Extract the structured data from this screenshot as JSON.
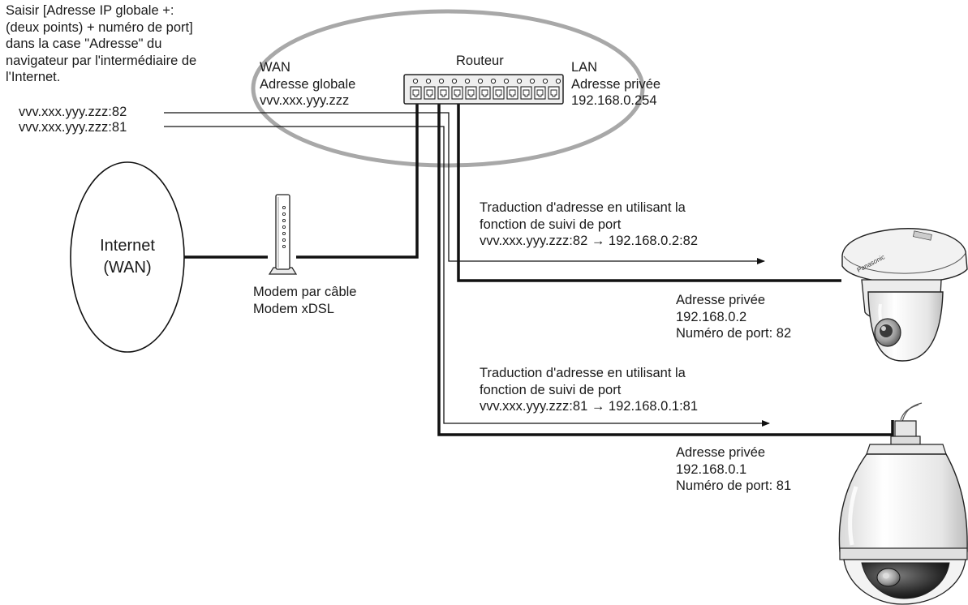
{
  "instruction": {
    "lines": [
      "Saisir [Adresse IP globale +:",
      "(deux points) + numéro de port]",
      "dans la case \"Adresse\" du",
      "navigateur par l'intermédiaire de",
      "l'Internet."
    ]
  },
  "access_urls": {
    "port82": "vvv.xxx.yyy.zzz:82",
    "port81": "vvv.xxx.yyy.zzz:81"
  },
  "router": {
    "title": "Routeur",
    "wan": {
      "lines": [
        "WAN",
        "Adresse globale",
        "vvv.xxx.yyy.zzz"
      ]
    },
    "lan": {
      "lines": [
        "LAN",
        "Adresse privée",
        "192.168.0.254"
      ]
    }
  },
  "internet": {
    "lines": [
      "Internet",
      "(WAN)"
    ]
  },
  "modem": {
    "lines": [
      "Modem par câble",
      "Modem xDSL"
    ]
  },
  "translation_82": {
    "lines": [
      "Traduction d'adresse en utilisant la",
      "fonction de suivi de port",
      "vvv.xxx.yyy.zzz:82 → 192.168.0.2:82"
    ]
  },
  "camera_82": {
    "lines": [
      "Adresse privée",
      "192.168.0.2",
      "Numéro de port: 82"
    ],
    "brand": "Panasonic"
  },
  "translation_81": {
    "lines": [
      "Traduction d'adresse en utilisant la",
      "fonction de suivi de port",
      "vvv.xxx.yyy.zzz:81 → 192.168.0.1:81"
    ]
  },
  "camera_81": {
    "lines": [
      "Adresse privée",
      "192.168.0.1",
      "Numéro de port: 81"
    ]
  },
  "colors": {
    "line": "#111111",
    "ellipse": "#a8a8a8",
    "router_body": "#eeeeee"
  }
}
